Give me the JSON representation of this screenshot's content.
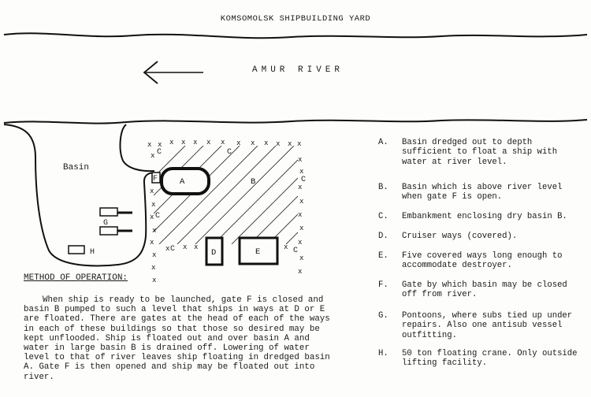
{
  "title": "KOMSOMOLSK SHIPBUILDING YARD",
  "river_label": "AMUR RIVER",
  "basin_label": "Basin",
  "map_letters": {
    "A": "A",
    "B": "B",
    "C": "C",
    "D": "D",
    "E": "E",
    "F": "F",
    "G": "G",
    "H": "H"
  },
  "method": {
    "heading": "METHOD OF OPERATION:",
    "text": "When ship is ready to be launched, gate F is closed and basin B pumped to such a level that ships in ways at D or E are floated. There are gates at the head of each of the ways in each of these buildings so that those so desired may be kept unflooded. Ship is floated out and over basin A and water in large basin B is drained off. Lowering of water level to that of river leaves ship floating in dredged basin A. Gate F is then opened and ship may be floated out into river."
  },
  "legend": [
    {
      "key": "A.",
      "text": "Basin dredged out to depth sufficient to float a ship with water at river level."
    },
    {
      "key": "B.",
      "text": "Basin which is above river level when gate F is open."
    },
    {
      "key": "C.",
      "text": "Embankment enclosing dry basin B."
    },
    {
      "key": "D.",
      "text": "Cruiser ways (covered)."
    },
    {
      "key": "E.",
      "text": "Five covered ways long enough to accommodate destroyer."
    },
    {
      "key": "F.",
      "text": "Gate by which basin may be closed off from river."
    },
    {
      "key": "G.",
      "text": "Pontoons, where subs tied up under repairs. Also one antisub vessel outfitting."
    },
    {
      "key": "H.",
      "text": "50 ton floating crane. Only outside lifting facility."
    }
  ]
}
